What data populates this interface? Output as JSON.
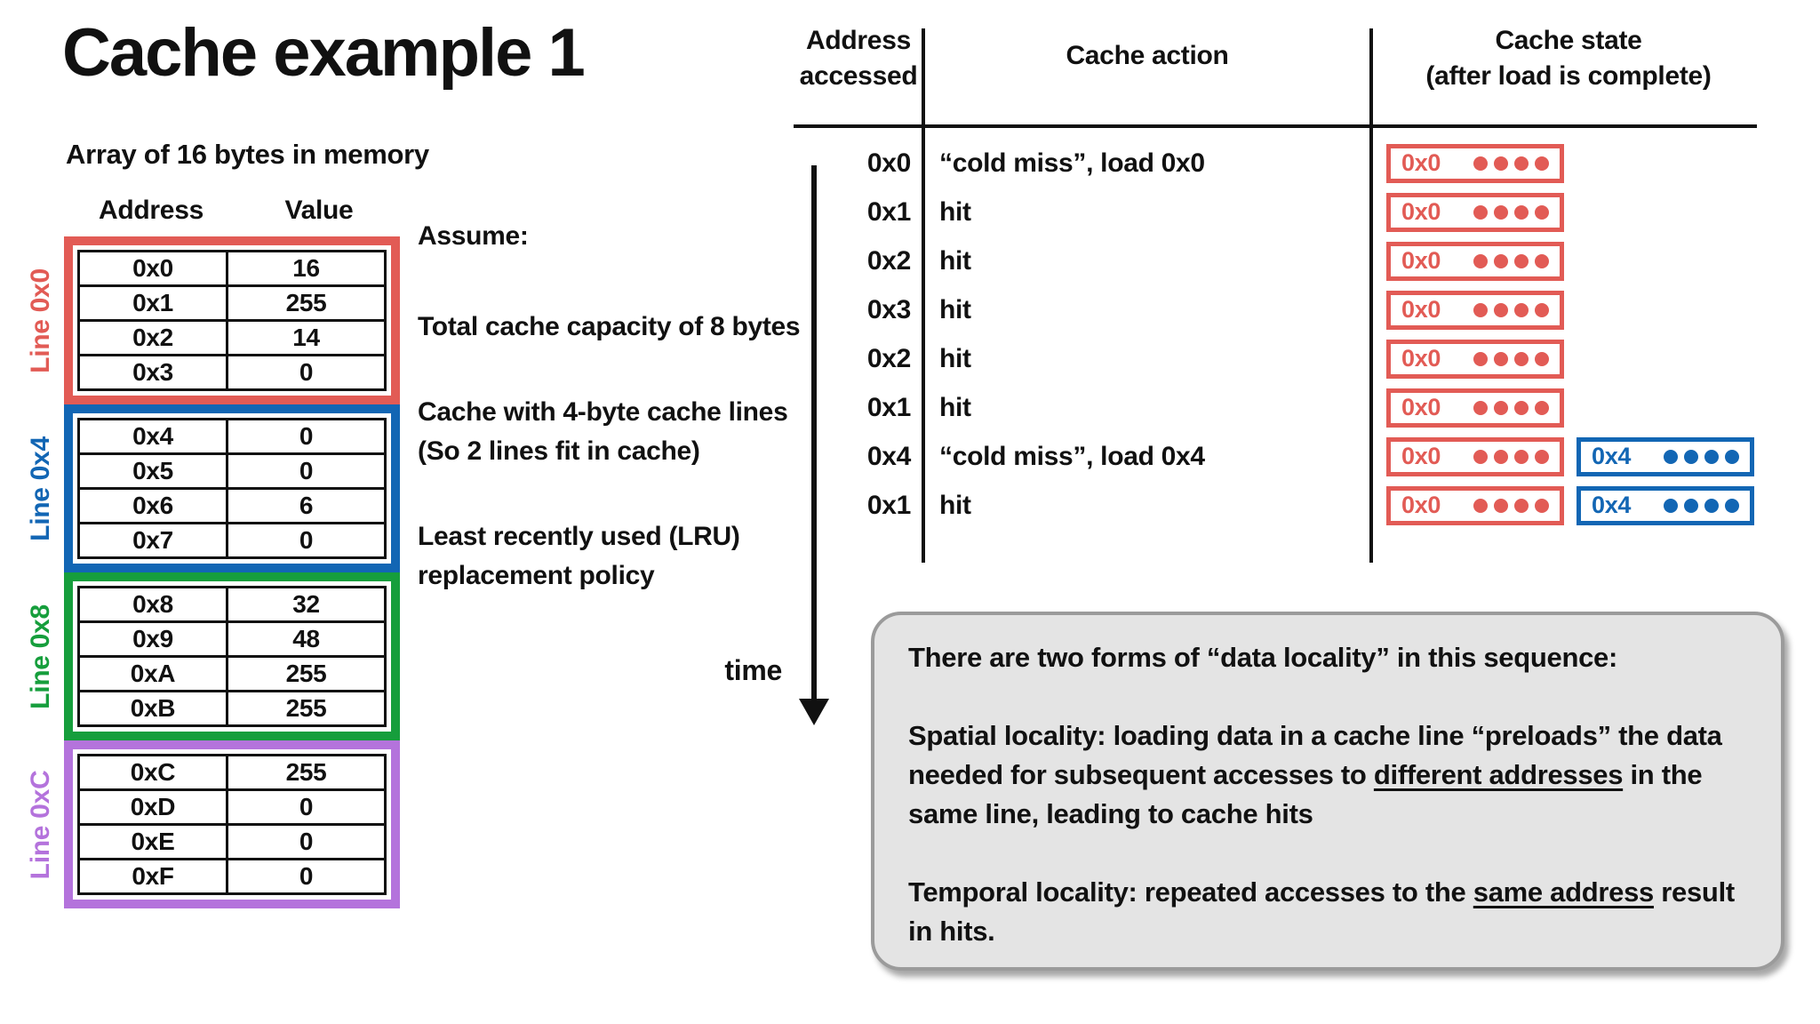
{
  "title": "Cache example 1",
  "memory": {
    "caption": "Array of 16 bytes in memory",
    "col_headers": {
      "address": "Address",
      "value": "Value"
    },
    "groups": [
      {
        "label": "Line 0x0",
        "color": "red",
        "rows": [
          {
            "address": "0x0",
            "value": "16"
          },
          {
            "address": "0x1",
            "value": "255"
          },
          {
            "address": "0x2",
            "value": "14"
          },
          {
            "address": "0x3",
            "value": "0"
          }
        ]
      },
      {
        "label": "Line 0x4",
        "color": "blue",
        "rows": [
          {
            "address": "0x4",
            "value": "0"
          },
          {
            "address": "0x5",
            "value": "0"
          },
          {
            "address": "0x6",
            "value": "6"
          },
          {
            "address": "0x7",
            "value": "0"
          }
        ]
      },
      {
        "label": "Line 0x8",
        "color": "green",
        "rows": [
          {
            "address": "0x8",
            "value": "32"
          },
          {
            "address": "0x9",
            "value": "48"
          },
          {
            "address": "0xA",
            "value": "255"
          },
          {
            "address": "0xB",
            "value": "255"
          }
        ]
      },
      {
        "label": "Line 0xC",
        "color": "purple",
        "rows": [
          {
            "address": "0xC",
            "value": "255"
          },
          {
            "address": "0xD",
            "value": "0"
          },
          {
            "address": "0xE",
            "value": "0"
          },
          {
            "address": "0xF",
            "value": "0"
          }
        ]
      }
    ]
  },
  "assumptions": {
    "heading": "Assume:",
    "paragraphs": [
      [
        "Total cache capacity of 8 bytes"
      ],
      [
        "Cache with 4-byte cache lines",
        "(So 2 lines fit in cache)"
      ],
      [
        "Least recently used (LRU)",
        "replacement policy"
      ]
    ]
  },
  "access_table": {
    "headers": {
      "col1": "Address\naccessed",
      "col2": "Cache action",
      "col3": "Cache state\n(after load is complete)"
    },
    "rows": [
      {
        "address": "0x0",
        "action": "“cold miss”, load 0x0",
        "state": [
          {
            "line": "0x0",
            "color": "red"
          }
        ]
      },
      {
        "address": "0x1",
        "action": "hit",
        "state": [
          {
            "line": "0x0",
            "color": "red"
          }
        ]
      },
      {
        "address": "0x2",
        "action": "hit",
        "state": [
          {
            "line": "0x0",
            "color": "red"
          }
        ]
      },
      {
        "address": "0x3",
        "action": "hit",
        "state": [
          {
            "line": "0x0",
            "color": "red"
          }
        ]
      },
      {
        "address": "0x2",
        "action": "hit",
        "state": [
          {
            "line": "0x0",
            "color": "red"
          }
        ]
      },
      {
        "address": "0x1",
        "action": "hit",
        "state": [
          {
            "line": "0x0",
            "color": "red"
          }
        ]
      },
      {
        "address": "0x4",
        "action": "“cold miss”, load 0x4",
        "state": [
          {
            "line": "0x0",
            "color": "red"
          },
          {
            "line": "0x4",
            "color": "blue"
          }
        ]
      },
      {
        "address": "0x1",
        "action": "hit",
        "state": [
          {
            "line": "0x0",
            "color": "red"
          },
          {
            "line": "0x4",
            "color": "blue"
          }
        ]
      }
    ],
    "dots_per_line": 4
  },
  "time_label": "time",
  "note": {
    "intro": "There are two forms of “data locality” in this sequence:",
    "spatial": [
      "Spatial locality: loading data in a cache line “preloads” the data needed for subsequent accesses to ",
      "different addresses",
      " in the same line, leading to cache hits"
    ],
    "temporal": [
      "Temporal locality: repeated accesses to the ",
      "same address",
      " result in hits."
    ]
  },
  "colors": {
    "red": "#e25b55",
    "blue": "#1266b4",
    "green": "#169e3c",
    "purple": "#b473dc",
    "ink": "#111111",
    "note_bg": "#e4e4e4",
    "note_border": "#9b9b9b"
  }
}
